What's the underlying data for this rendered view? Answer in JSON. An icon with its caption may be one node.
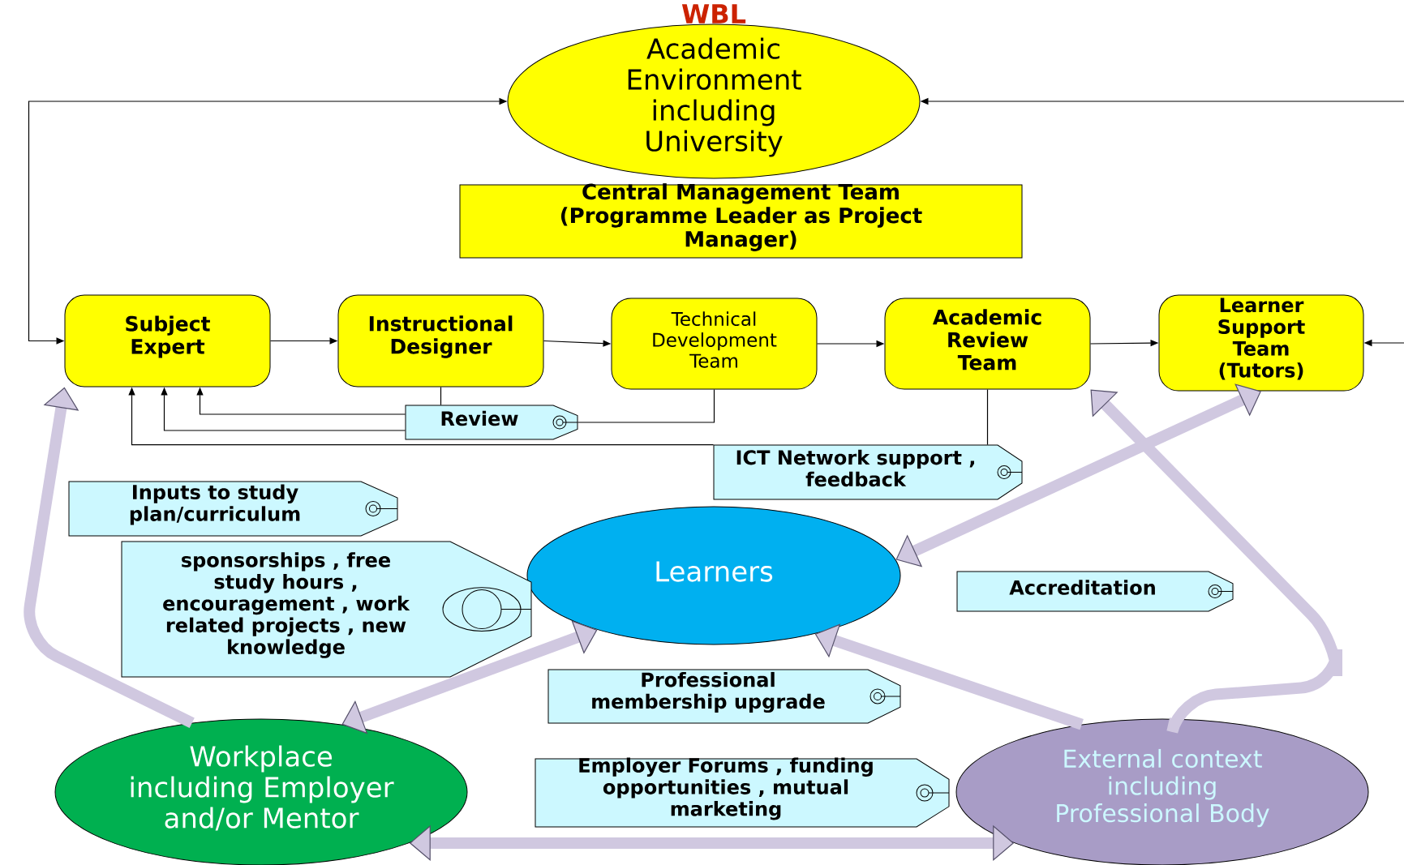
{
  "diagram": {
    "title": "WBL",
    "nodes": [
      {
        "text": [
          "Academic Environment including University"
        ]
      },
      {
        "text": [
          "Central Management Team (Programme Leader as Project Manager)"
        ]
      },
      {
        "text": [
          "Subject Expert"
        ]
      },
      {
        "text": [
          "Instructional Designer"
        ]
      },
      {
        "text": [
          "Technical Development Team"
        ]
      },
      {
        "text": [
          "Academic Review Team"
        ]
      },
      {
        "text": [
          "Learner Support Team (Tutors)"
        ]
      },
      {
        "text": [
          "Review"
        ]
      },
      {
        "text": [
          "ICT Network support , feedback"
        ]
      },
      {
        "text": [
          "Inputs to study plan/curriculum"
        ]
      },
      {
        "text": [
          "Learners"
        ]
      },
      {
        "text": [
          "sponsorships , free study hours , encouragement , work related projects , new knowledge"
        ]
      },
      {
        "text": [
          "Accreditation"
        ]
      },
      {
        "text": [
          "Professional membership upgrade"
        ]
      },
      {
        "text": [
          "Workplace including Employer and/or Mentor"
        ]
      },
      {
        "text": [
          "Employer Forums , funding opportunities , mutual marketing"
        ]
      },
      {
        "text": [
          "External context including Professional Body"
        ]
      }
    ],
    "edges": [
      {
        "from": 2,
        "to": 3,
        "arrow": "to"
      },
      {
        "from": 3,
        "to": 4,
        "arrow": "to"
      },
      {
        "from": 4,
        "to": 5,
        "arrow": "to"
      },
      {
        "from": 5,
        "to": 6,
        "arrow": "to"
      },
      {
        "from": 2,
        "to": 0,
        "arrow": "both"
      },
      {
        "from": null,
        "to": 0,
        "arrow": "to"
      },
      {
        "from": null,
        "to": 6,
        "arrow": "to"
      },
      {
        "from": 3,
        "to": 7,
        "arrow": "none"
      },
      {
        "from": 4,
        "to": 7,
        "arrow": "none"
      },
      {
        "from": 7,
        "to": 2,
        "arrow": "to"
      },
      {
        "from": 7,
        "to": 2,
        "arrow": "to"
      },
      {
        "from": 5,
        "to": 8,
        "arrow": "none"
      },
      {
        "from": 8,
        "to": 2,
        "arrow": "to"
      },
      {
        "from": 14,
        "to": 2,
        "arrow": "to",
        "style": "thick",
        "color": "#d0c8e0"
      },
      {
        "from": 16,
        "to": 5,
        "arrow": "to",
        "style": "thick",
        "color": "#d0c8e0"
      },
      {
        "from": 10,
        "to": 6,
        "arrow": "both",
        "style": "thick",
        "color": "#d0c8e0"
      },
      {
        "from": 10,
        "to": 14,
        "arrow": "both",
        "style": "thick",
        "color": "#d0c8e0"
      },
      {
        "from": 16,
        "to": 10,
        "arrow": "to",
        "style": "thick",
        "color": "#d0c8e0"
      },
      {
        "from": 14,
        "to": 16,
        "arrow": "both",
        "style": "thick",
        "color": "#d0c8e0"
      }
    ]
  }
}
